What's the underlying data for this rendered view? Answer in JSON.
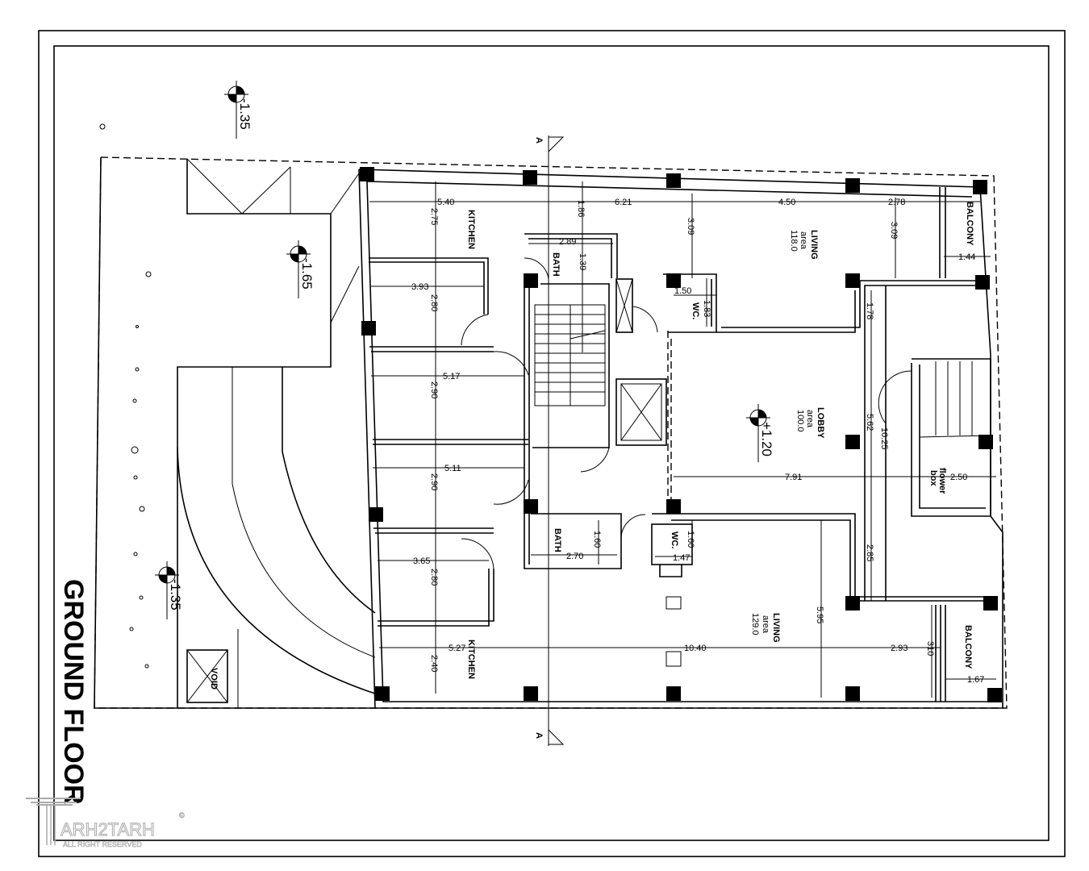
{
  "drawing": {
    "title": "GROUND FLOOR",
    "section_marks": {
      "top": "A",
      "bottom": "A"
    },
    "levels": [
      "-1.35",
      "-1.65",
      "-1.35",
      "+1.20"
    ],
    "void_label": "VOID"
  },
  "rooms": {
    "kitchen_top": "KITCHEN",
    "kitchen_bottom": "KITCHEN",
    "bath_top": "BATH",
    "bath_bottom": "BATH",
    "wc_top": "WC.",
    "wc_bottom": "WC.",
    "living_top": {
      "name": "LIVING",
      "area_label": "area",
      "area": "118.0"
    },
    "living_bottom": {
      "name": "LIVING",
      "area_label": "area",
      "area": "129.0"
    },
    "lobby": {
      "name": "LOBBY",
      "area_label": "area",
      "area": "100.0"
    },
    "balcony_top": "BALCONY",
    "balcony_bottom": "BALCONY",
    "flower_box": {
      "line1": "flower",
      "line2": "box"
    }
  },
  "dimensions": {
    "d540": "5.40",
    "d275": "2.75",
    "d186": "1.86",
    "d621": "6.21",
    "d309a": "3.09",
    "d450": "4.50",
    "d278": "2.78",
    "d309b": "3.09",
    "d144": "1.44",
    "d289": "2.89",
    "d139": "1.39",
    "d393": "3.93",
    "d280a": "2.80",
    "d150": "1.50",
    "d183": "1.83",
    "d178": "1.78",
    "d517": "5.17",
    "d290a": "2.90",
    "d562": "5.62",
    "d1025": "10.25",
    "d791": "7.91",
    "d250": "2.50",
    "d511": "5.11",
    "d290b": "2.90",
    "d160a": "1.60",
    "d270": "2.70",
    "d160b": "1.60",
    "d147": "1.47",
    "d285": "2.85",
    "d365": "3.65",
    "d280b": "2.80",
    "d595": "5.95",
    "d310": "310",
    "d167": "1.67",
    "d527": "5.27",
    "d1040": "10.40",
    "d293": "2.93",
    "d240": "2.40"
  },
  "logo": {
    "name": "ARH2TARH",
    "tagline": "ALL RIGHT RESERVED",
    "mark": "©"
  }
}
